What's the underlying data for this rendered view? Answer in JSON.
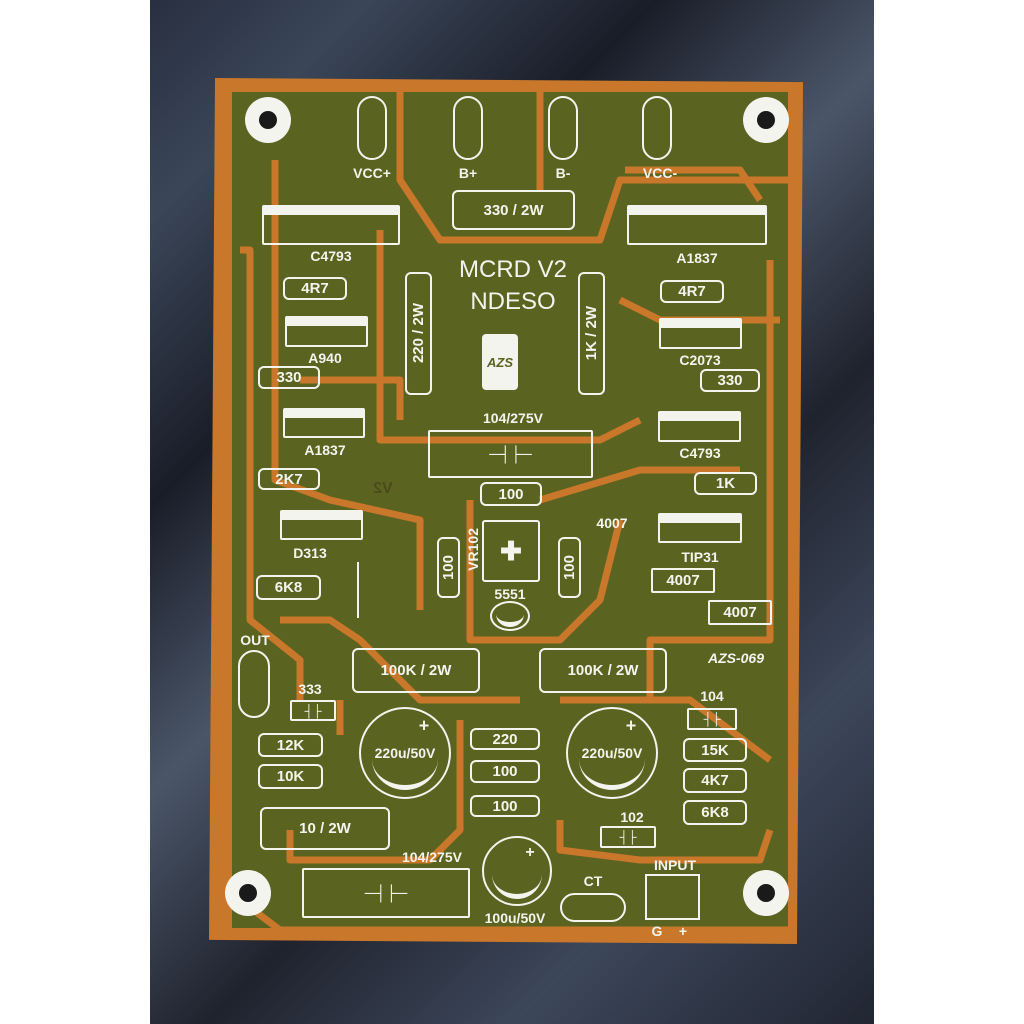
{
  "board": {
    "title": "MCRD V2",
    "subtitle": "NDESO",
    "logo": "AZS",
    "model": "AZS-069",
    "mirror_text": "V2",
    "colors": {
      "copper": "#c9772a",
      "mask": "#5a6420",
      "silkscreen": "#f4f4ee"
    }
  },
  "connectors": {
    "vcc_plus": "VCC+",
    "b_plus": "B+",
    "b_minus": "B-",
    "vcc_minus": "VCC-",
    "out": "OUT",
    "ct": "CT",
    "input": "INPUT",
    "input_g": "G",
    "input_plus": "+"
  },
  "transistors": {
    "c4793_big": "C4793",
    "a1837_big": "A1837",
    "a940": "A940",
    "c2073": "C2073",
    "a1837": "A1837",
    "c4793": "C4793",
    "d313": "D313",
    "tip31": "TIP31",
    "q5551": "5551"
  },
  "resistors": {
    "r330_2w": "330 / 2W",
    "r4r7_l": "4R7",
    "r4r7_r": "4R7",
    "r220_2w": "220 / 2W",
    "r1k_2w": "1K / 2W",
    "r330_l": "330",
    "r330_r": "330",
    "r2k7": "2K7",
    "r1k": "1K",
    "r100_h": "100",
    "r100_vl": "100",
    "r100_vr": "100",
    "r6k8_l": "6K8",
    "r100k_l": "100K / 2W",
    "r100k_r": "100K / 2W",
    "r12k": "12K",
    "r10k": "10K",
    "r220": "220",
    "r100_a": "100",
    "r100_b": "100",
    "r15k": "15K",
    "r4k7": "4K7",
    "r6k8_r": "6K8",
    "r10_2w": "10 / 2W"
  },
  "capacitors": {
    "c104_275v_top": "104/275V",
    "c333": "333",
    "c220u_l": "220u/50V",
    "c220u_r": "220u/50V",
    "c104": "104",
    "c102": "102",
    "c104_275v_bot": "104/275V",
    "c100u": "100u/50V",
    "plus": "+"
  },
  "diodes": {
    "d4007_label": "4007",
    "d4007_a": "4007",
    "d4007_b": "4007"
  },
  "trimmer": {
    "label": "VR102"
  }
}
